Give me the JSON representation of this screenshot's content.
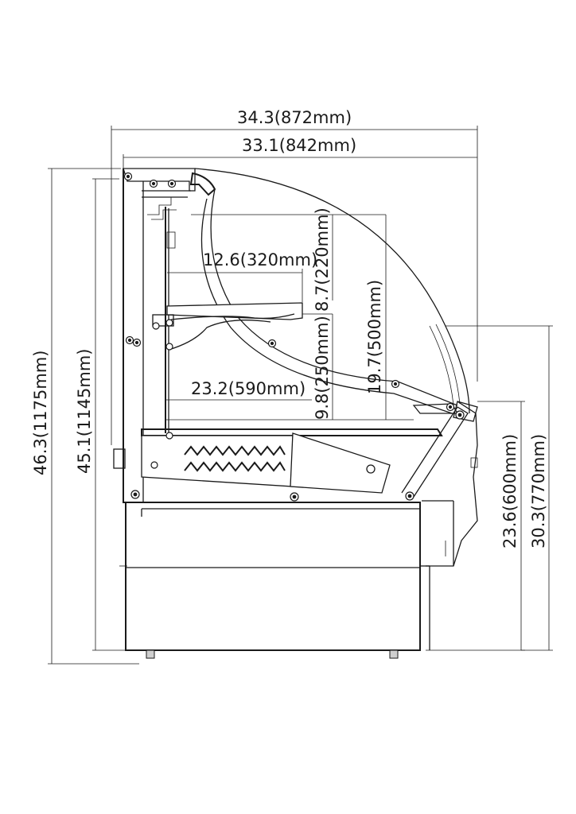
{
  "dimensions": {
    "overall_depth": "34.3(872mm)",
    "cabinet_depth": "33.1(842mm)",
    "shelf_depth": "12.6(320mm)",
    "shelf_clearance": "8.7(220mm)",
    "display_height": "19.7(500mm)",
    "lower_clearance": "9.8(250mm)",
    "deck_depth": "23.2(590mm)",
    "overall_height": "46.3(1175mm)",
    "cabinet_height": "45.1(1145mm)",
    "counter_height": "23.6(600mm)",
    "glass_height": "30.3(770mm)"
  }
}
